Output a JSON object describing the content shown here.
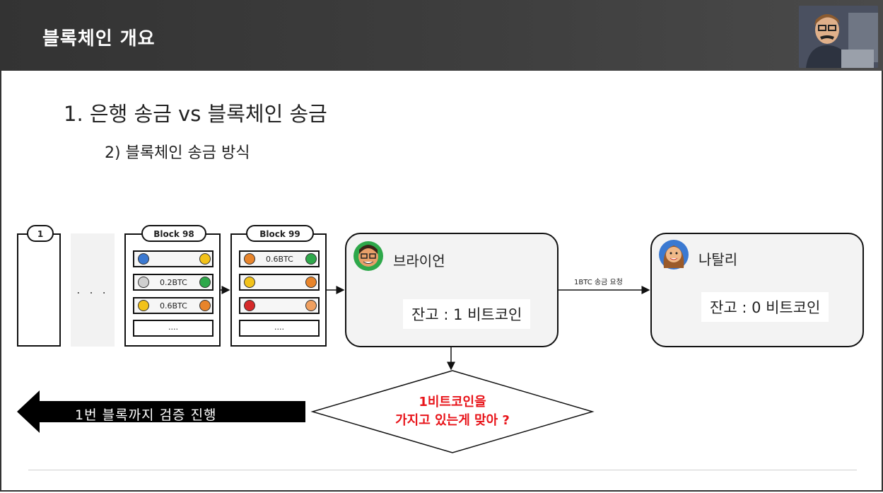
{
  "header": {
    "title": "블록체인 개요"
  },
  "heading": "1. 은행 송금 vs 블록체인 송금",
  "subheading": "2) 블록체인 송금 방식",
  "chain": {
    "first_block_label": "1",
    "gap": ". . .",
    "block98": {
      "label": "Block 98",
      "rows": [
        "",
        "0.2BTC",
        "0.6BTC",
        "...."
      ]
    },
    "block99": {
      "label": "Block 99",
      "rows": [
        "0.6BTC",
        "",
        "",
        "...."
      ]
    }
  },
  "sender": {
    "name": "브라이언",
    "balance": "잔고 : 1 비트코인"
  },
  "receiver": {
    "name": "나탈리",
    "balance": "잔고 : 0 비트코인"
  },
  "transfer_label": "1BTC 송금 요청",
  "question": {
    "line1": "1비트코인을",
    "line2": "가지고 있는게 맞아 ?"
  },
  "verify_arrow": "1번 블록까지 검증 진행",
  "colors": {
    "question_text": "#e8141a",
    "header_bg": "#3a3a3a"
  }
}
